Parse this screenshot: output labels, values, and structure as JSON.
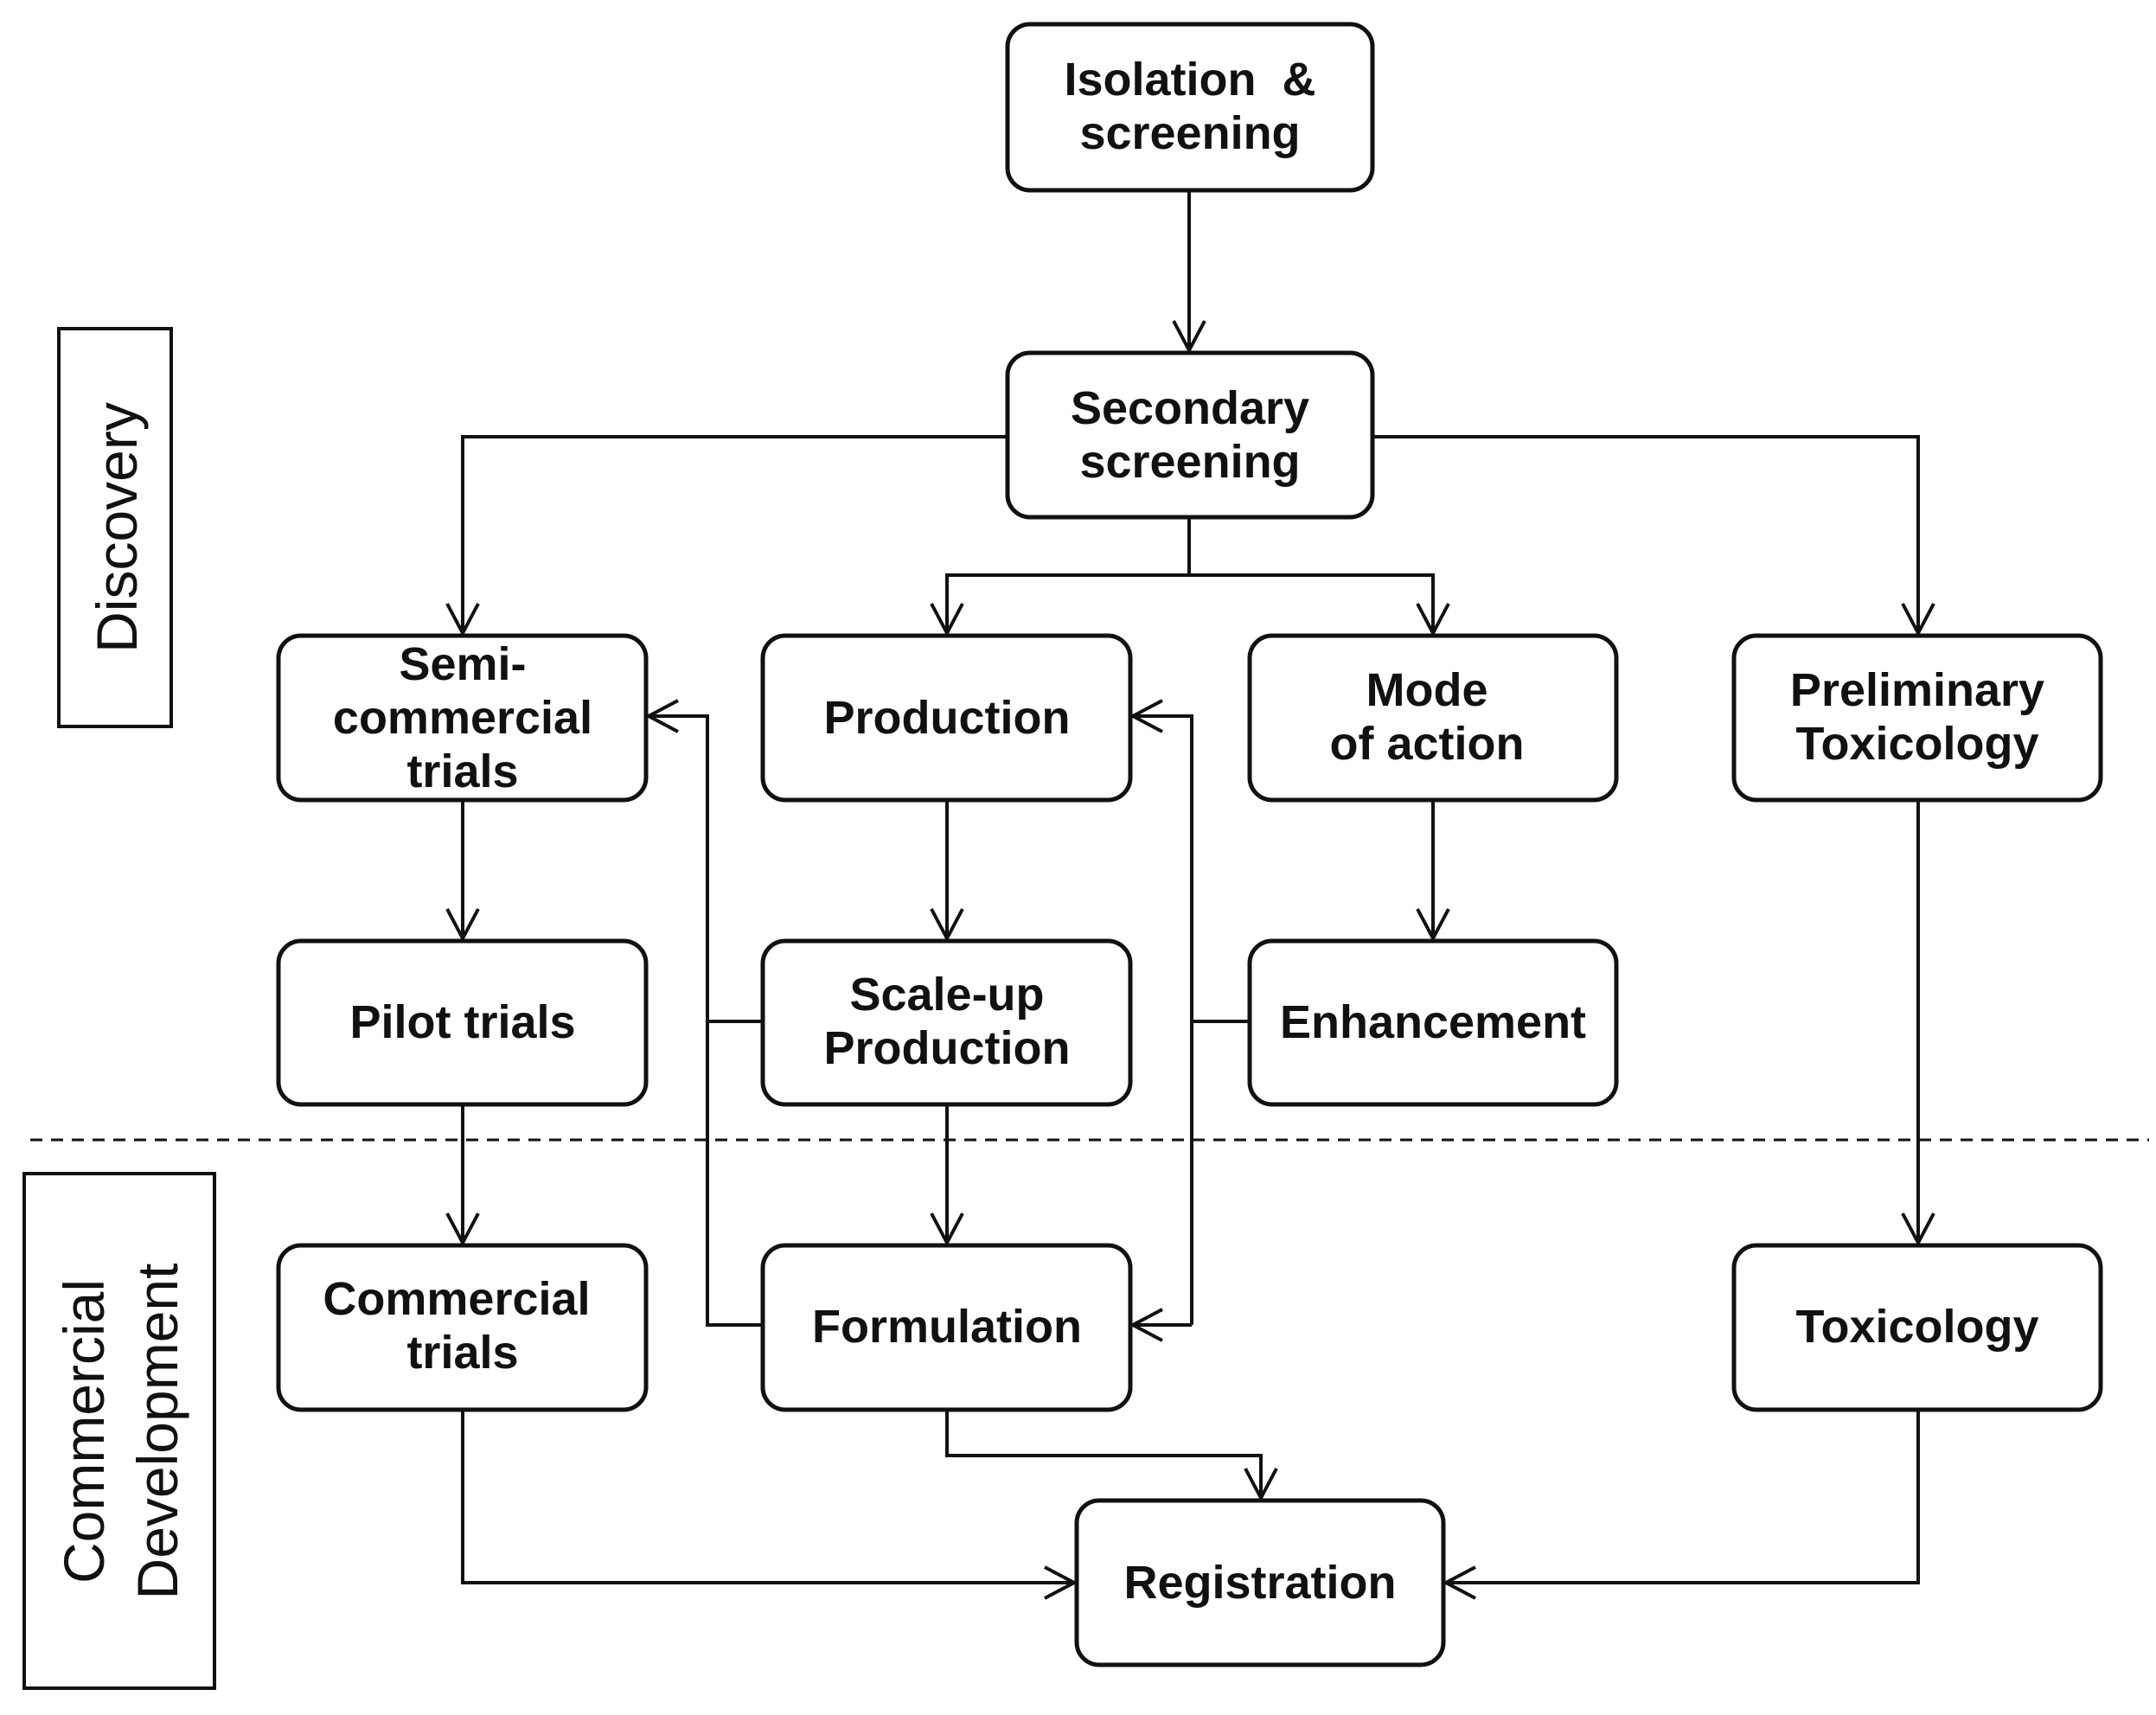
{
  "phases": {
    "discovery": {
      "label": "Discovery"
    },
    "commercial": {
      "line1": "Commercial",
      "line2": "Development"
    }
  },
  "nodes": {
    "isolation": {
      "line1": "Isolation  &",
      "line2": "screening"
    },
    "secondary": {
      "line1": "Secondary",
      "line2": "screening"
    },
    "semi": {
      "line1": "Semi-",
      "line2": "commercial",
      "line3": "trials"
    },
    "production": {
      "line1": "Production"
    },
    "mode": {
      "line1": "Mode",
      "line2": "of action"
    },
    "prelim_tox": {
      "line1": "Preliminary",
      "line2": "Toxicology"
    },
    "pilot": {
      "line1": "Pilot trials"
    },
    "scaleup": {
      "line1": "Scale-up",
      "line2": "Production"
    },
    "enhancement": {
      "line1": "Enhancement"
    },
    "commercial_trials": {
      "line1": "Commercial",
      "line2": "trials"
    },
    "formulation": {
      "line1": "Formulation"
    },
    "toxicology": {
      "line1": "Toxicology"
    },
    "registration": {
      "line1": "Registration"
    }
  }
}
